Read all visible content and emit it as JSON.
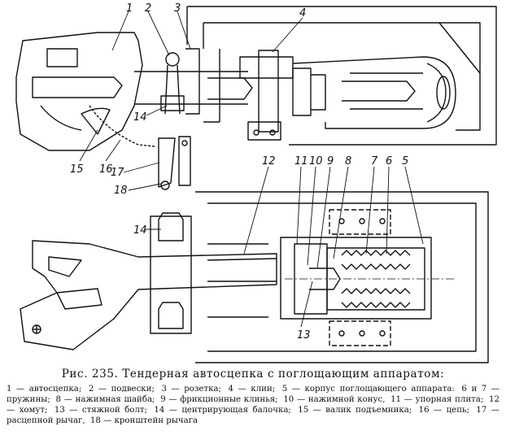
{
  "figure": {
    "title": "Рис. 235. Тендерная автосцепка с поглощающим аппаратом:",
    "legend": [
      "1 — автосцепка;",
      "2 — подвески;",
      "3 — розетка;",
      "4 — клин;",
      "5 — корпус поглощающего аппарата:",
      "6 и 7 — пружины;",
      "8 — нажимная шайба;",
      "9 — фрикционные клинья;",
      "10 — нажимной конус,",
      "11 — упорная плита;",
      "12 — хомут;",
      "13 — стяжной болт;",
      "14 — центрирующая балочка;",
      "15 — валик подъемника;",
      "16 — цепь;",
      "17 — расцепной рычаг,",
      "18 — кронштейн рычага"
    ]
  },
  "callouts": {
    "top": {
      "n1": "1",
      "n2": "2",
      "n3": "3",
      "n4": "4",
      "n14": "14",
      "n15": "15",
      "n16": "16",
      "n17": "17",
      "n18": "18"
    },
    "middle": {
      "n12": "12",
      "n11": "11",
      "n10": "10",
      "n9": "9",
      "n8": "8",
      "n7": "7",
      "n6": "6",
      "n5": "5"
    },
    "bottom": {
      "n14": "14",
      "n13": "13"
    }
  }
}
